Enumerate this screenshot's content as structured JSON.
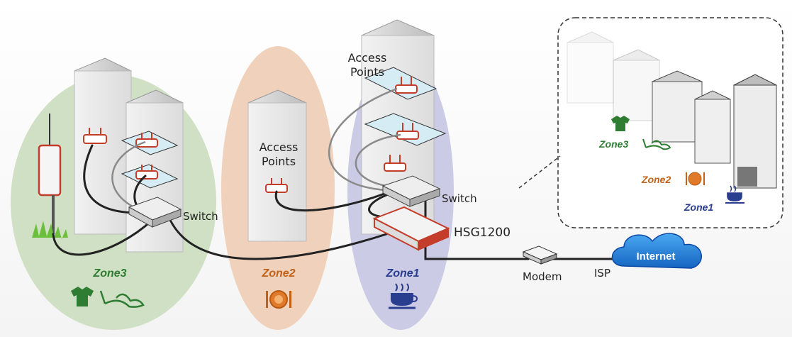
{
  "labels": {
    "access_points_left": [
      "Access",
      "Points"
    ],
    "access_points_right": [
      "Access",
      "Points"
    ],
    "switch_left": "Switch",
    "switch_right": "Switch",
    "gateway": "HSG1200",
    "modem": "Modem",
    "isp": "ISP",
    "internet": "Internet"
  },
  "zones": {
    "zone3": "Zone3",
    "zone2": "Zone2",
    "zone1": "Zone1"
  },
  "inset_zones": {
    "zone3": "Zone3",
    "zone2": "Zone2",
    "zone1": "Zone1"
  },
  "colors": {
    "zone3_fill": "#cfe0c4",
    "zone2_fill": "#f0d2bc",
    "zone1_fill": "#cbcbe6",
    "zone3_text": "#2e7d32",
    "zone2_text": "#c0621a",
    "zone1_text": "#2a3e8f",
    "device_red": "#c43d2b",
    "cloud_blue": "#1e88e5"
  },
  "icons": {
    "zone3": [
      "shirt-icon",
      "high-heel-shoe-icon"
    ],
    "zone2": [
      "plate-fork-knife-icon"
    ],
    "zone1": [
      "coffee-cup-icon"
    ]
  }
}
